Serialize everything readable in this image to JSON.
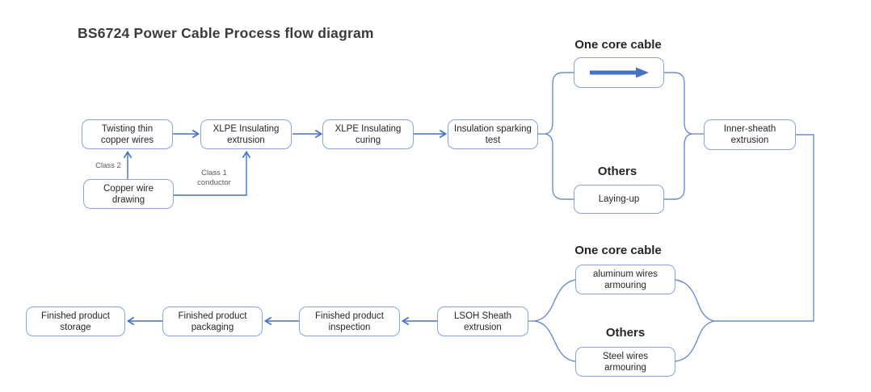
{
  "title": "BS6724 Power Cable Process flow diagram",
  "colors": {
    "box_border": "#8aa5da",
    "arrow": "#4472c4",
    "connector": "#6b8ed0",
    "text": "#262626",
    "label_gray": "#595959",
    "title_text": "#3b3b3b",
    "background": "#ffffff"
  },
  "nodes": {
    "twisting": {
      "label": "Twisting thin copper wires"
    },
    "xlpe_extrusion": {
      "label": "XLPE Insulating extrusion"
    },
    "xlpe_curing": {
      "label": "XLPE Insulating curing"
    },
    "sparking_test": {
      "label": "Insulation sparking test"
    },
    "copper_drawing": {
      "label": "Copper wire drawing"
    },
    "laying_up": {
      "label": "Laying-up"
    },
    "inner_sheath": {
      "label": "Inner-sheath extrusion"
    },
    "aluminum_armouring": {
      "label": "aluminum wires armouring"
    },
    "steel_armouring": {
      "label": "Steel wires armouring"
    },
    "lsoh": {
      "label": "LSOH Sheath extrusion"
    },
    "inspection": {
      "label": "Finished product inspection"
    },
    "packaging": {
      "label": "Finished product packaging"
    },
    "storage": {
      "label": "Finished product storage"
    }
  },
  "labels": {
    "one_core_top": "One core cable",
    "others_top": "Others",
    "one_core_bottom": "One core cable",
    "others_bottom": "Others",
    "class2": "Class 2",
    "class1": "Class 1 conductor"
  },
  "icons": {
    "one_core_arrow": "right-arrow"
  }
}
